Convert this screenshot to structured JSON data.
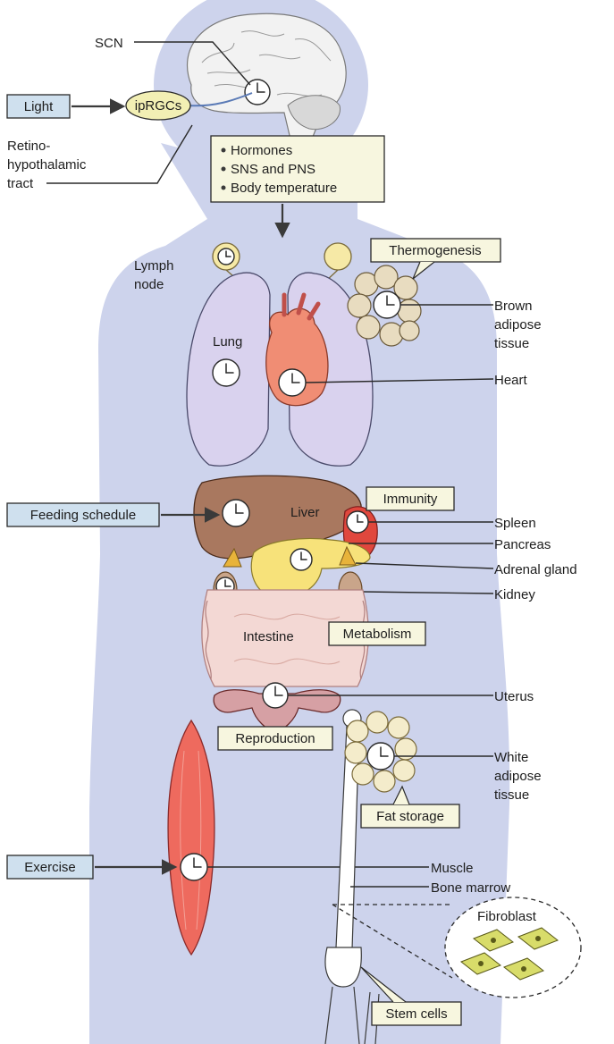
{
  "inputs": {
    "light": "Light",
    "feeding": "Feeding schedule",
    "exercise": "Exercise"
  },
  "central": {
    "scn": "SCN",
    "iprgcs": "ipRGCs",
    "rht_line1": "Retino-",
    "rht_line2": "hypothalamic",
    "rht_line3": "tract",
    "signals": [
      "Hormones",
      "SNS and PNS",
      "Body temperature"
    ]
  },
  "organs": {
    "lymph_line1": "Lymph",
    "lymph_line2": "node",
    "lung": "Lung",
    "bat_line1": "Brown",
    "bat_line2": "adipose",
    "bat_line3": "tissue",
    "heart": "Heart",
    "liver": "Liver",
    "spleen": "Spleen",
    "pancreas": "Pancreas",
    "adrenal": "Adrenal gland",
    "kidney": "Kidney",
    "intestine": "Intestine",
    "uterus": "Uterus",
    "wat_line1": "White",
    "wat_line2": "adipose",
    "wat_line3": "tissue",
    "muscle": "Muscle",
    "bone_marrow": "Bone marrow",
    "fibroblast": "Fibroblast"
  },
  "functions": {
    "thermogenesis": "Thermogenesis",
    "immunity": "Immunity",
    "metabolism": "Metabolism",
    "reproduction": "Reproduction",
    "fat_storage": "Fat storage",
    "stem_cells": "Stem cells"
  },
  "colors": {
    "body": "#cdd3ec",
    "input_box": "#cfe0ee",
    "function_box": "#f7f6df",
    "lung": "#d9d2ee",
    "liver": "#a9785f",
    "heart": "#f08d74",
    "muscle": "#ee6a5e",
    "intestine": "#f3d8d4",
    "adipose": "#f4eccb",
    "spleen": "#e0473d",
    "pancreas": "#f7e27a"
  }
}
